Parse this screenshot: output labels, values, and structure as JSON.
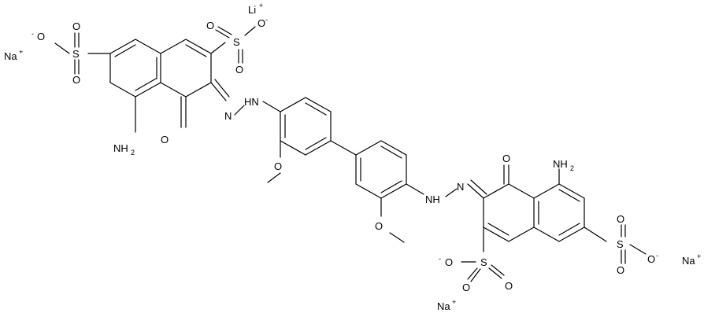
{
  "molecule": {
    "ions": {
      "lithium": {
        "symbol": "Li",
        "charge": "+"
      },
      "sodium_1": {
        "symbol": "Na",
        "charge": "+"
      },
      "sodium_2": {
        "symbol": "Na",
        "charge": "+"
      },
      "sodium_3": {
        "symbol": "Na",
        "charge": "+"
      }
    },
    "labels": {
      "oxygen": "O",
      "oxide_minus": "-",
      "sulfur": "S",
      "nitrogen": "N",
      "imine_nh": "HN",
      "amine_nh": "NH",
      "amino_n": "NH",
      "amino_sub": "2",
      "carbonyl_o": "O",
      "methoxy_o": "O"
    }
  }
}
